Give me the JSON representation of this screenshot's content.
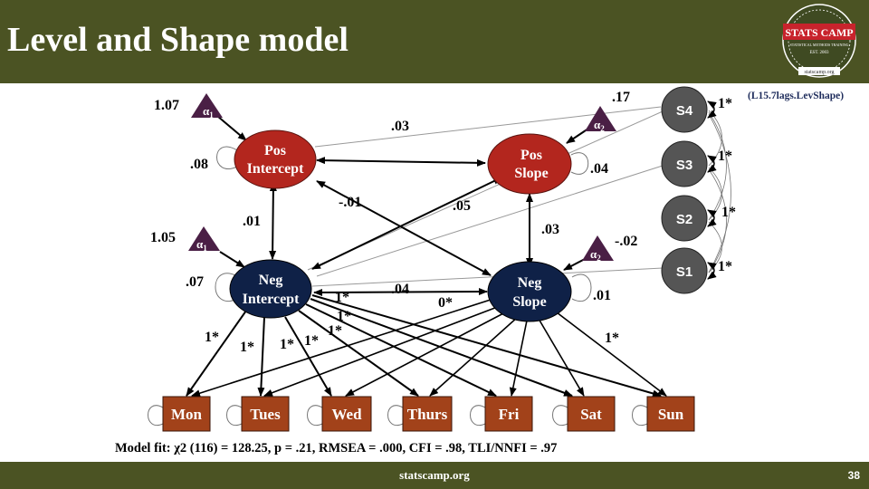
{
  "slide": {
    "title": "Level and Shape model",
    "footer_url": "statscamp.org",
    "page_number": "38",
    "reference": "(L15.7lags.LevShape)"
  },
  "logo": {
    "name": "STATS CAMP",
    "tagline": "STATISTICAL METHODS TRAINING",
    "established": "EST. 2003",
    "url": "statscamp.org"
  },
  "nodes": {
    "pos_intercept": [
      "Pos",
      "Intercept"
    ],
    "pos_slope": [
      "Pos",
      "Slope"
    ],
    "neg_intercept": [
      "Neg",
      "Intercept"
    ],
    "neg_slope": [
      "Neg",
      "Slope"
    ]
  },
  "means": {
    "alpha1": "α",
    "alpha1_sub": "1",
    "alpha2": "α",
    "alpha2_sub": "2"
  },
  "seasonal": [
    "S4",
    "S3",
    "S2",
    "S1"
  ],
  "indicators": [
    "Mon",
    "Tues",
    "Wed",
    "Thurs",
    "Fri",
    "Sat",
    "Sun"
  ],
  "coefficients": {
    "pos_int_mean": "1.07",
    "pos_int_var": ".08",
    "pos_slope_mean": ".17",
    "pos_slope_var": ".04",
    "pos_int_slope_cov": ".03",
    "pos_int_neg_int": ".01",
    "pos_int_neg_slope": "-.01",
    "pos_slope_neg_int": ".05",
    "pos_slope_neg_slope": ".03",
    "neg_int_mean": "1.05",
    "neg_int_var": ".07",
    "neg_slope_mean": "-.02",
    "neg_slope_var": ".01",
    "neg_int_slope_cov": ".04",
    "s4": "1*",
    "s3": "1*",
    "s2": "1*",
    "s1": "1*",
    "load_mon": "1*",
    "load_tues": "1*",
    "load_wed": "1*",
    "load_thurs": "1*",
    "load_fri": "1*",
    "load_sat": "1*",
    "load_sun": "1*",
    "slope_zero": "0*",
    "slope_sun": "1*"
  },
  "model_fit": "Model fit: χ2 (116) = 128.25, p = .21, RMSEA = .000, CFI = .98, TLI/NNFI = .97",
  "colors": {
    "header": "#4b5323",
    "pos": "#b3261e",
    "neg": "#0f2147",
    "mean_triangle": "#4a1f45",
    "seasonal": "#555555",
    "indicator": "#a2421a"
  }
}
